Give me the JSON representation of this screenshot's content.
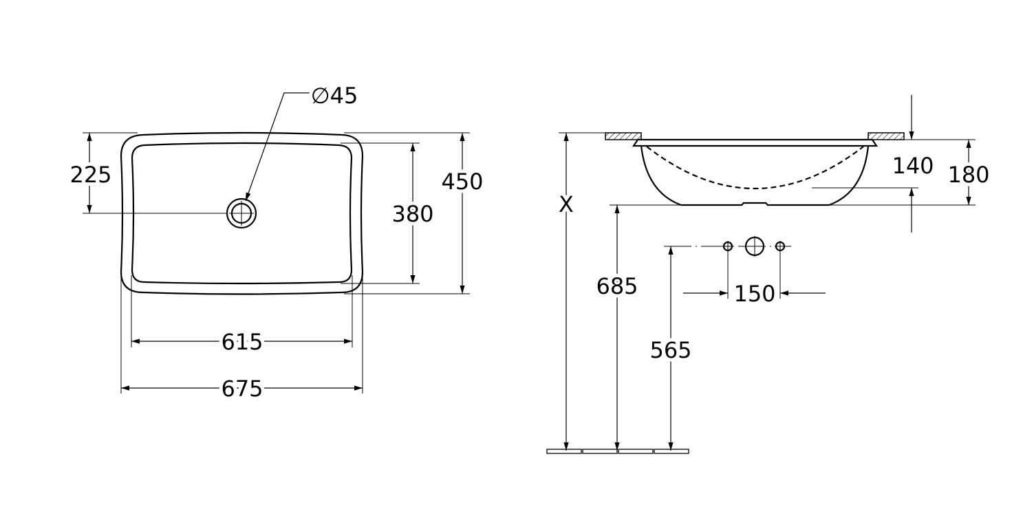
{
  "top_view": {
    "drain_diameter": "∅45",
    "drain_offset": "225",
    "outer_depth": "450",
    "inner_depth": "380",
    "inner_width": "615",
    "outer_width": "675"
  },
  "side_view": {
    "install_height": "X",
    "bottom_height": "685",
    "pipe_height": "565",
    "tap_spacing": "150",
    "bowl_depth": "140",
    "total_depth": "180"
  }
}
